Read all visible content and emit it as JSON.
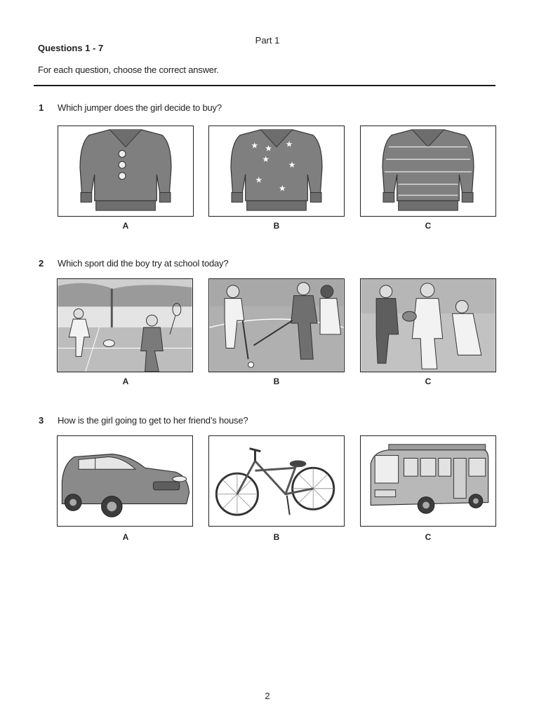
{
  "header": {
    "part_title": "Part 1",
    "questions_range": "Questions 1 - 7",
    "instructions": "For each question, choose the correct answer."
  },
  "questions": [
    {
      "number": "1",
      "text": "Which jumper does the girl decide to buy?",
      "options": [
        {
          "letter": "A",
          "icon": "jumper-with-buttons"
        },
        {
          "letter": "B",
          "icon": "jumper-with-stars"
        },
        {
          "letter": "C",
          "icon": "jumper-with-stripes"
        }
      ]
    },
    {
      "number": "2",
      "text": "Which sport did the boy try at school today?",
      "options": [
        {
          "letter": "A",
          "icon": "badminton-scene"
        },
        {
          "letter": "B",
          "icon": "hockey-scene"
        },
        {
          "letter": "C",
          "icon": "rugby-scene"
        }
      ]
    },
    {
      "number": "3",
      "text": "How is the girl going to get to her friend’s house?",
      "options": [
        {
          "letter": "A",
          "icon": "car"
        },
        {
          "letter": "B",
          "icon": "bicycle"
        },
        {
          "letter": "C",
          "icon": "bus"
        }
      ]
    }
  ],
  "footer": {
    "page_number": "2"
  }
}
